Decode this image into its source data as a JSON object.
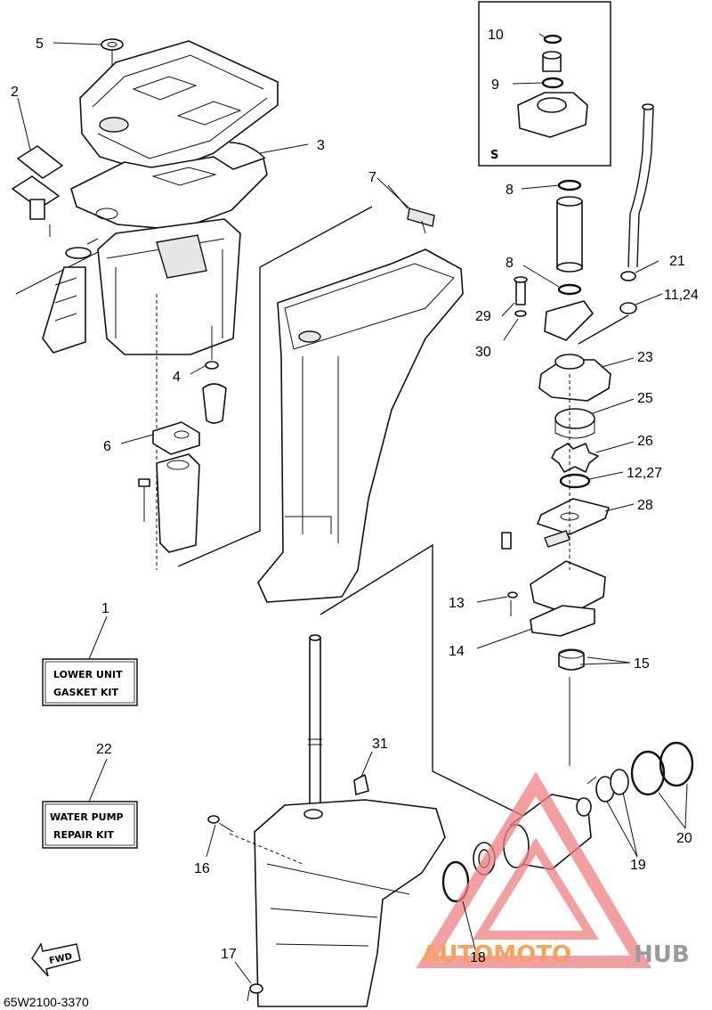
{
  "callouts": {
    "c1": "1",
    "c2": "2",
    "c3": "3",
    "c4": "4",
    "c5": "5",
    "c6": "6",
    "c7": "7",
    "c8a": "8",
    "c8b": "8",
    "c9": "9",
    "c10": "10",
    "c1124": "11,24",
    "c1227": "12,27",
    "c13": "13",
    "c14": "14",
    "c15": "15",
    "c16": "16",
    "c17": "17",
    "c18": "18",
    "c19": "19",
    "c20": "20",
    "c21": "21",
    "c22": "22",
    "c23": "23",
    "c25": "25",
    "c26": "26",
    "c28": "28",
    "c29": "29",
    "c30": "30",
    "c31": "31"
  },
  "inset": {
    "label": "S"
  },
  "kits": {
    "lower_unit": {
      "line1": "LOWER UNIT",
      "line2": "GASKET KIT"
    },
    "water_pump": {
      "line1": "WATER PUMP",
      "line2": "REPAIR KIT"
    }
  },
  "fwd_label": "FWD",
  "diagram_code": "65W2100-3370",
  "watermark": {
    "part1": "AUTOMOTO",
    "part2": "HUB",
    "color1": "#f5a25a",
    "color2": "#9a9a9a",
    "logo_color": "#f08080"
  }
}
